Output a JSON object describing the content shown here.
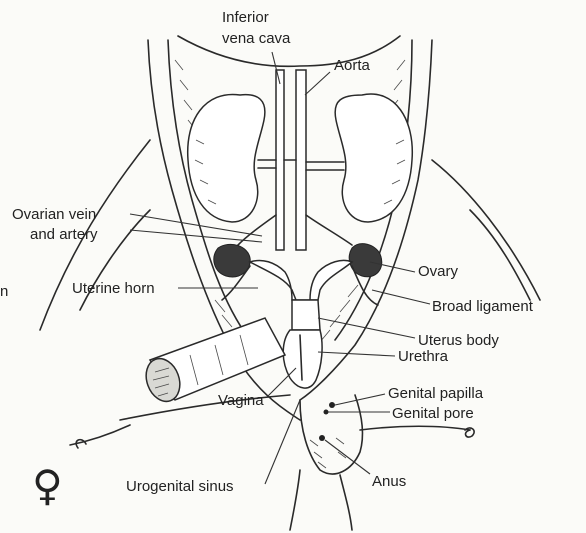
{
  "diagram": {
    "labels": {
      "inferior_vena_cava_line1": "Inferior",
      "inferior_vena_cava_line2": "vena cava",
      "aorta": "Aorta",
      "ovarian_line1": "Ovarian vein",
      "ovarian_line2": "and artery",
      "uterine_horn": "Uterine horn",
      "ovary": "Ovary",
      "broad_ligament": "Broad ligament",
      "uterus_body": "Uterus body",
      "urethra": "Urethra",
      "vagina": "Vagina",
      "genital_papilla": "Genital papilla",
      "genital_pore": "Genital pore",
      "urogenital_sinus": "Urogenital sinus",
      "anus": "Anus",
      "edge_fragment": "n"
    },
    "sex_symbol": "♀",
    "colors": {
      "ink": "#222222",
      "background": "#fbfbf8"
    }
  }
}
